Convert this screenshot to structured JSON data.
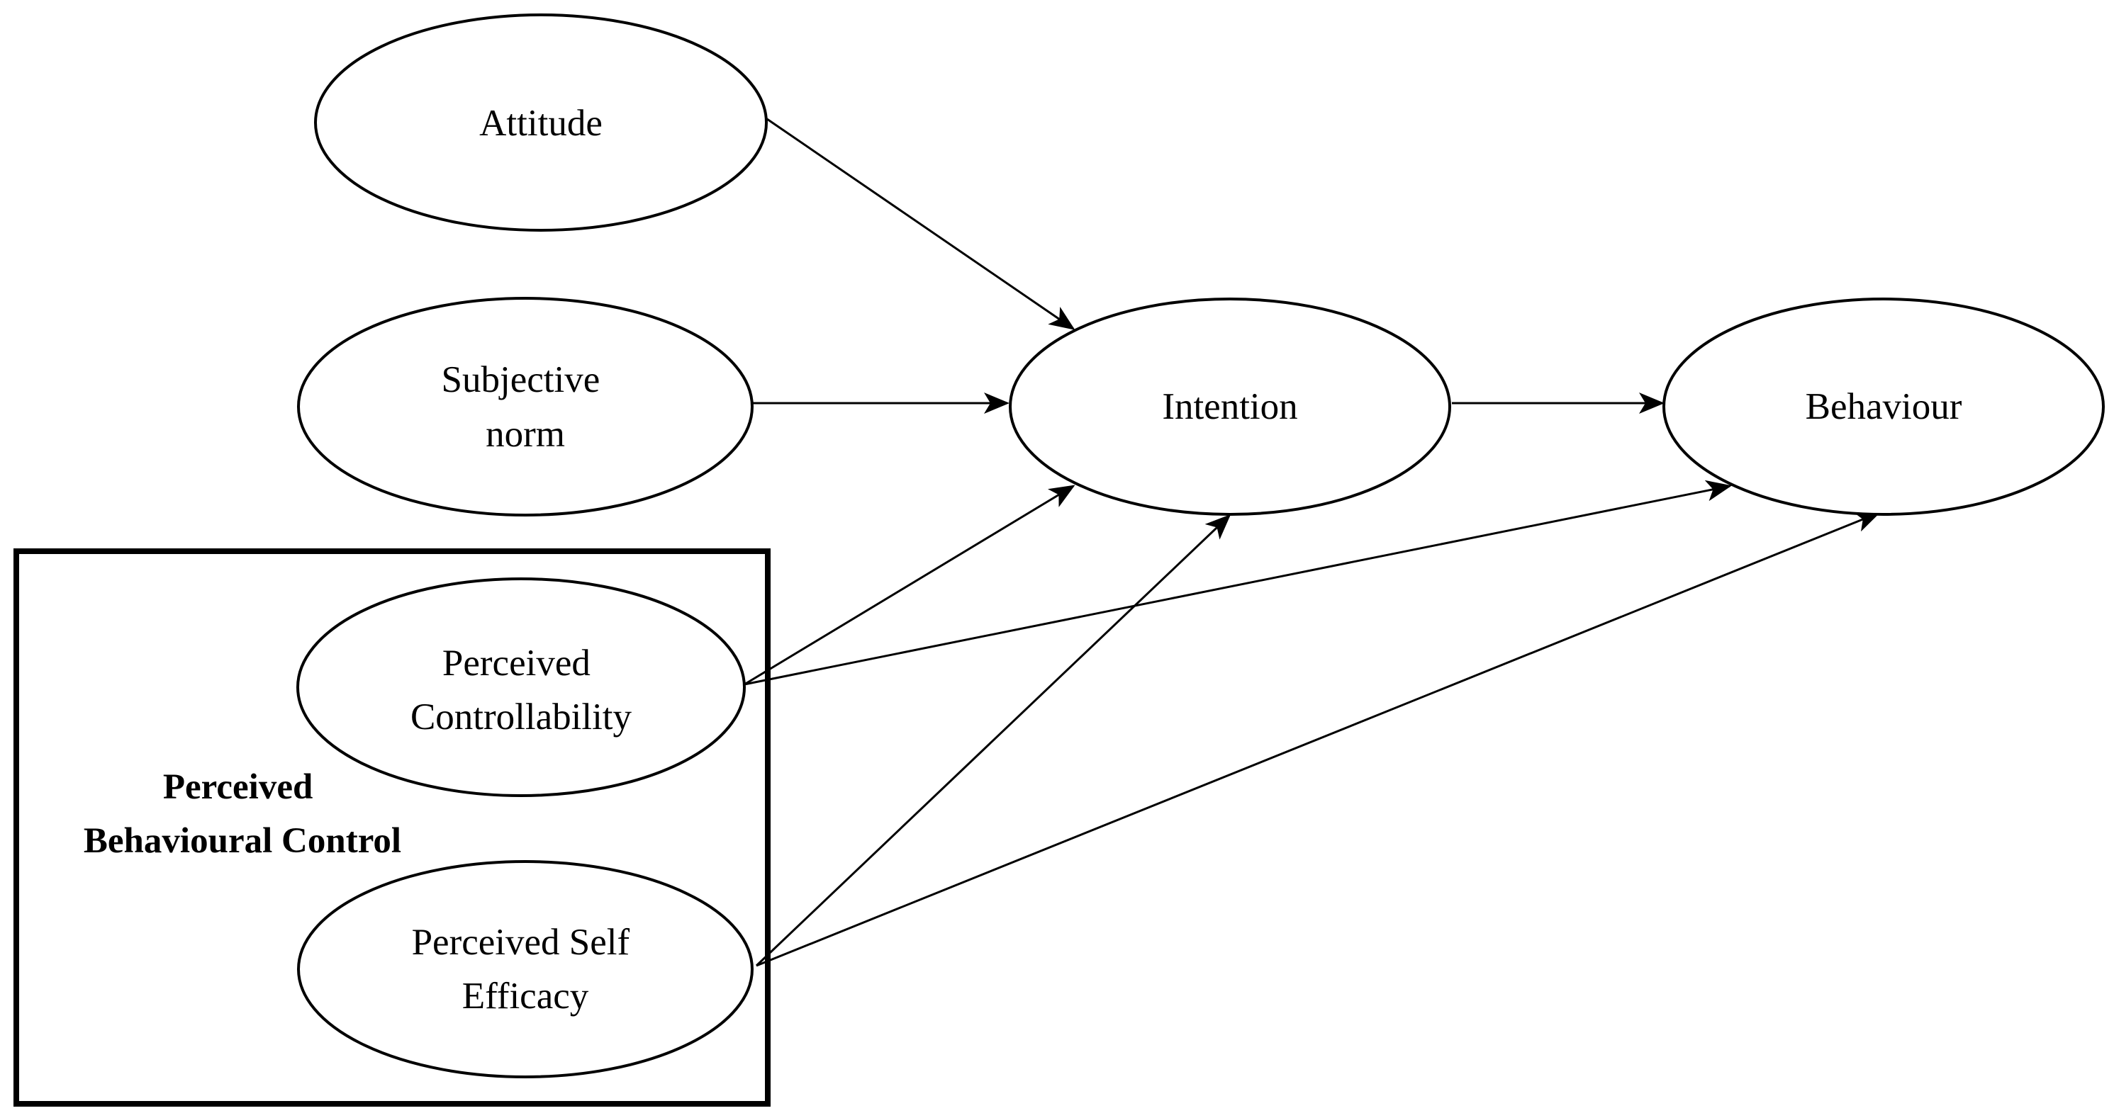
{
  "diagram": {
    "nodes": {
      "attitude": {
        "lines": [
          "Attitude"
        ]
      },
      "subjective_norm": {
        "lines": [
          "Subjective",
          "norm"
        ]
      },
      "intention": {
        "lines": [
          "Intention"
        ]
      },
      "behaviour": {
        "lines": [
          "Behaviour"
        ]
      },
      "perceived_controllability": {
        "lines": [
          "Perceived",
          "Controllability"
        ]
      },
      "perceived_self_efficacy": {
        "lines": [
          "Perceived Self",
          "Efficacy"
        ]
      }
    },
    "group": {
      "lines": [
        "Perceived",
        "Behavioural Control"
      ]
    },
    "edges": [
      {
        "from": "attitude",
        "to": "intention"
      },
      {
        "from": "subjective_norm",
        "to": "intention"
      },
      {
        "from": "intention",
        "to": "behaviour"
      },
      {
        "from": "perceived_controllability",
        "to": "intention"
      },
      {
        "from": "perceived_controllability",
        "to": "behaviour"
      },
      {
        "from": "perceived_self_efficacy",
        "to": "intention"
      },
      {
        "from": "perceived_self_efficacy",
        "to": "behaviour"
      }
    ]
  }
}
